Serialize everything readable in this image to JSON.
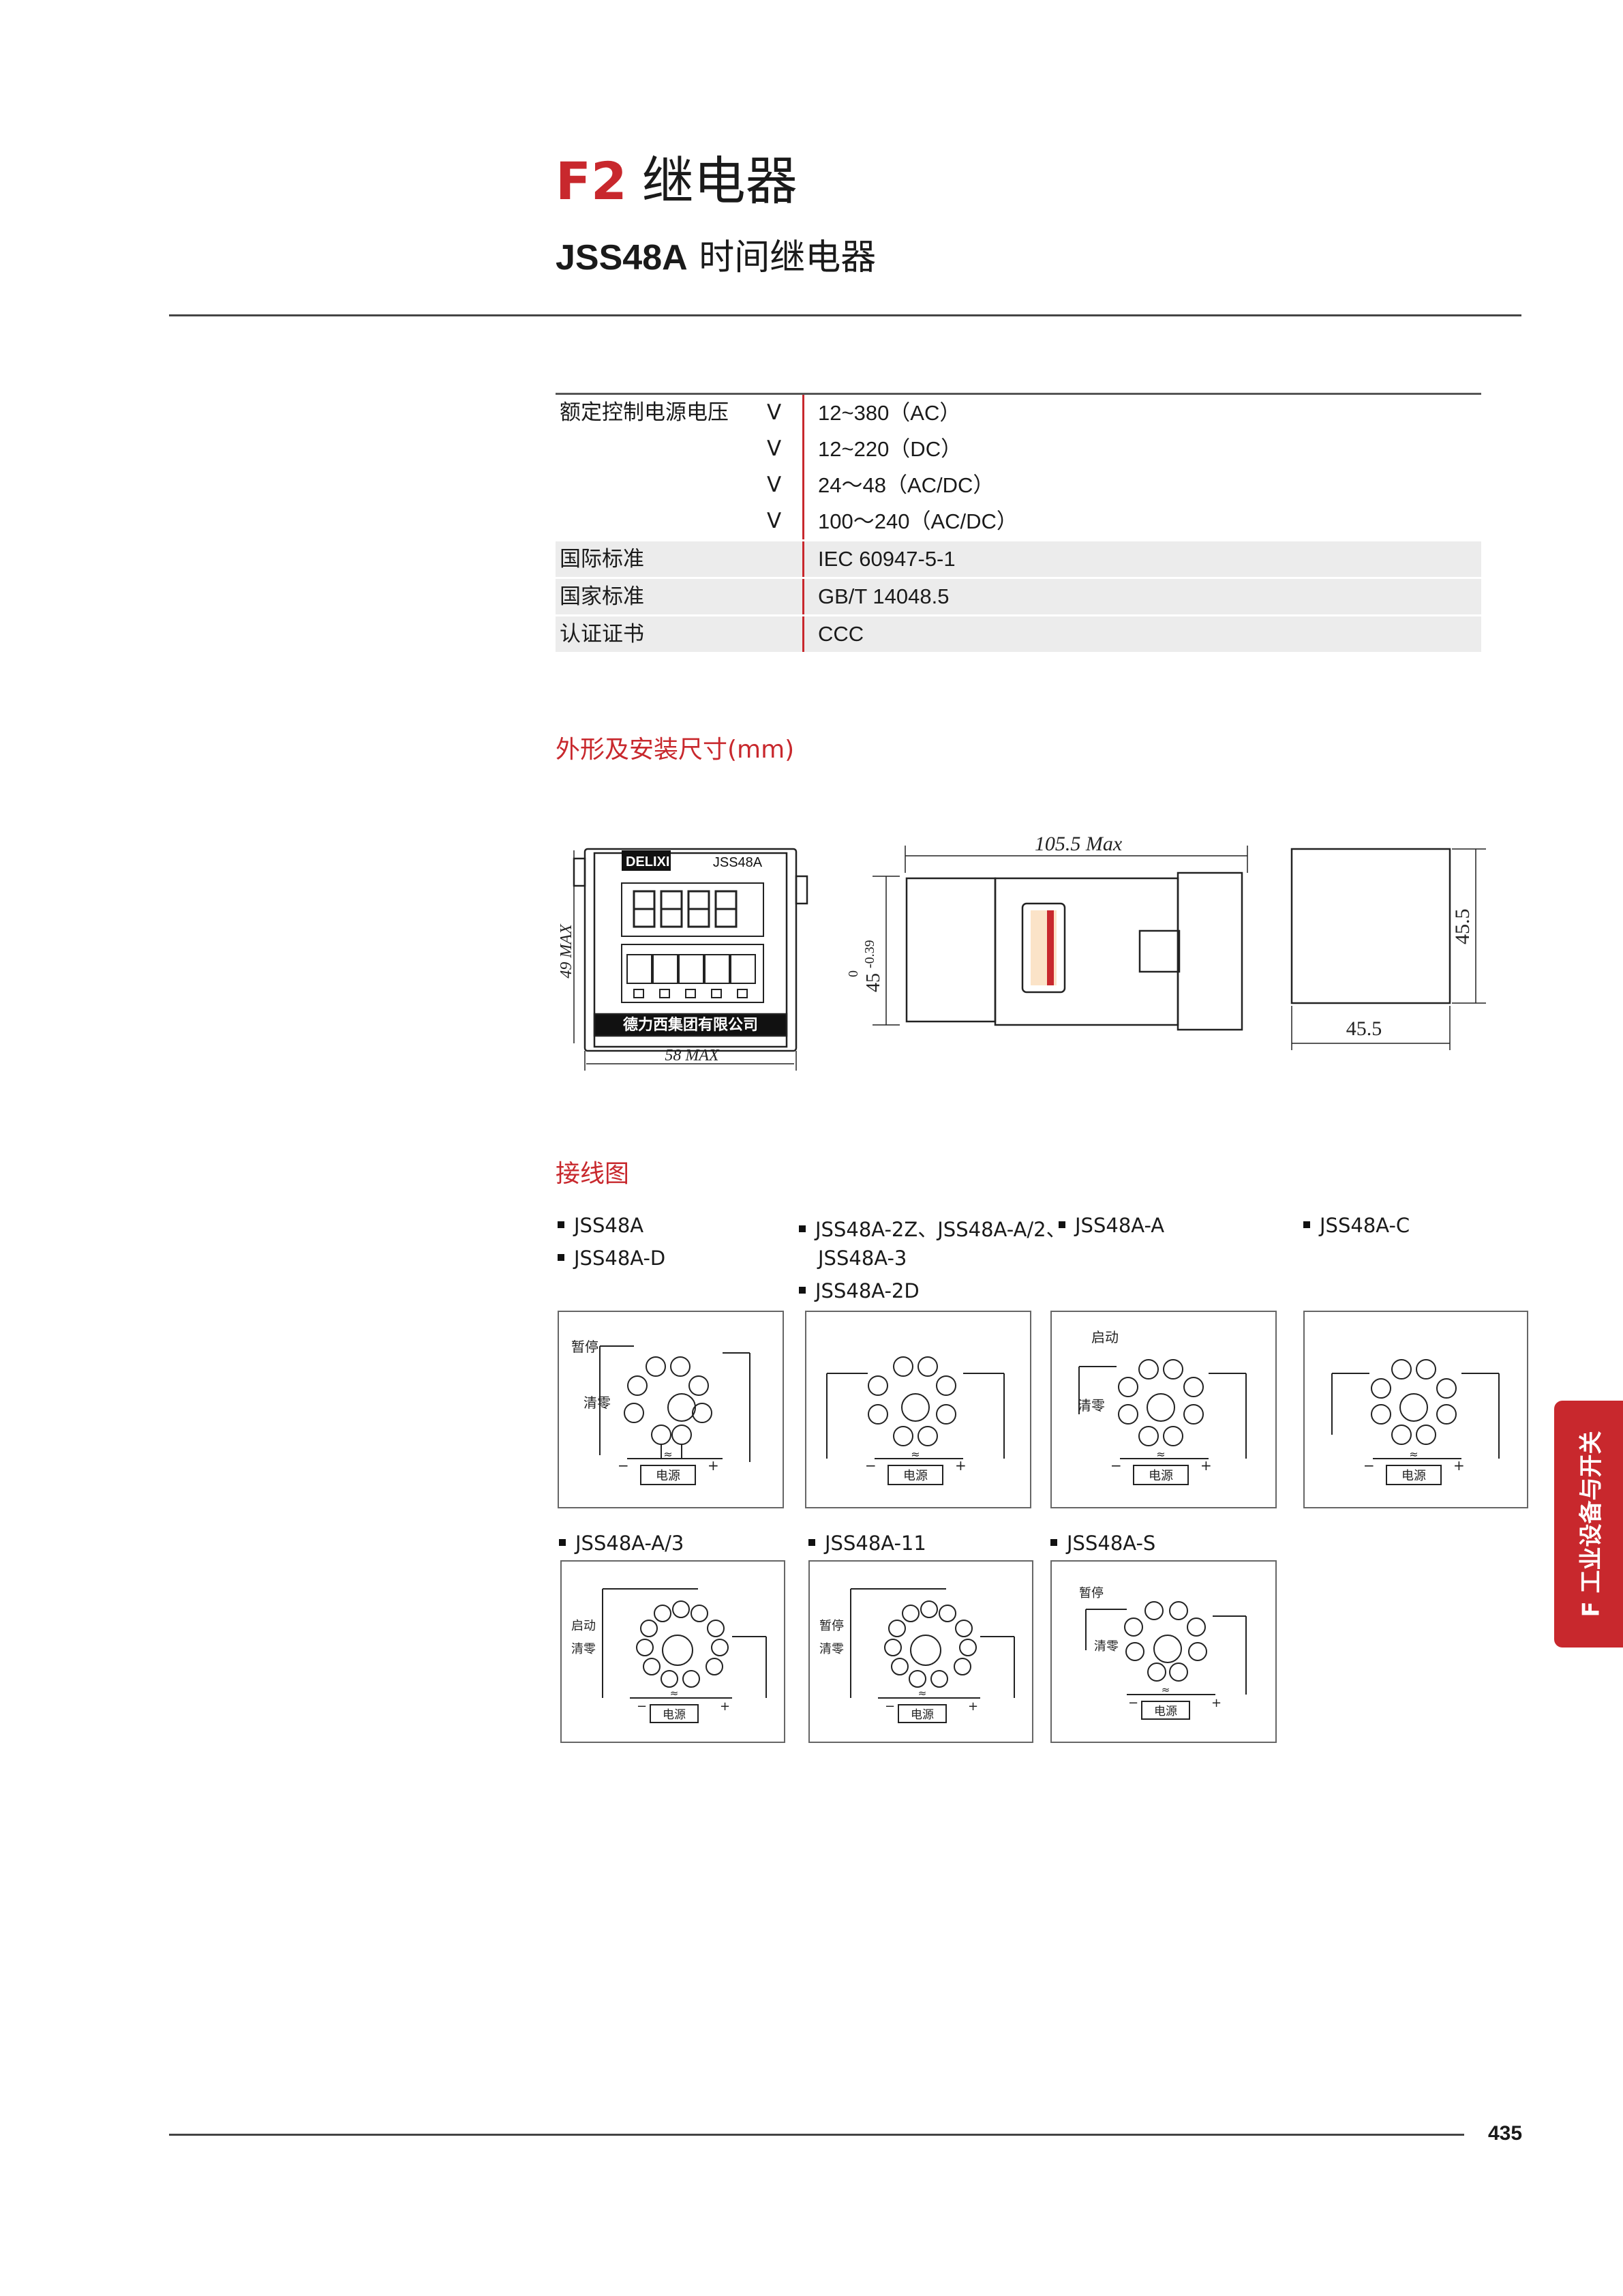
{
  "header": {
    "code": "F2",
    "name": "继电器",
    "model": "JSS48A",
    "subtitle": "时间继电器"
  },
  "spec_table": [
    {
      "label": "额定控制电源电压",
      "unit": "V",
      "value": "12~380（AC）"
    },
    {
      "label": "",
      "unit": "V",
      "value": "12~220（DC）"
    },
    {
      "label": "",
      "unit": "V",
      "value": "24～48（AC/DC）"
    },
    {
      "label": "",
      "unit": "V",
      "value": "100～240（AC/DC）"
    },
    {
      "label": "国际标准",
      "unit": "",
      "value": "IEC 60947-5-1"
    },
    {
      "label": "国家标准",
      "unit": "",
      "value": "GB/T 14048.5"
    },
    {
      "label": "认证证书",
      "unit": "",
      "value": "CCC"
    }
  ],
  "dimensions": {
    "heading": "外形及安装尺寸(mm)",
    "front_brand": "DELIXI",
    "front_model": "JSS48A",
    "front_footer": "德力西集团有限公司",
    "front_height": "49 MAX",
    "front_width": "58 MAX",
    "side_length": "105.5 Max",
    "side_height": "45",
    "side_tol_upper": "0",
    "side_tol_lower": "-0.39",
    "cut_h": "45.5",
    "cut_w": "45.5"
  },
  "wiring": {
    "heading": "接线图",
    "models_row1": [
      "JSS48A",
      "JSS48A-2Z、JSS48A-A/2、",
      "JSS48A-A",
      "JSS48A-C"
    ],
    "models_row1_extra": [
      "JSS48A-D",
      "JSS48A-3",
      "JSS48A-2D"
    ],
    "models_row2": [
      "JSS48A-A/3",
      "JSS48A-11",
      "JSS48A-S"
    ],
    "labels": {
      "pause": "暂停",
      "clear": "清零",
      "start": "启动",
      "power": "电源",
      "minus": "−",
      "plus": "+",
      "ac": "≈"
    }
  },
  "side_tab": "F 工业设备与开关",
  "page_number": "435"
}
